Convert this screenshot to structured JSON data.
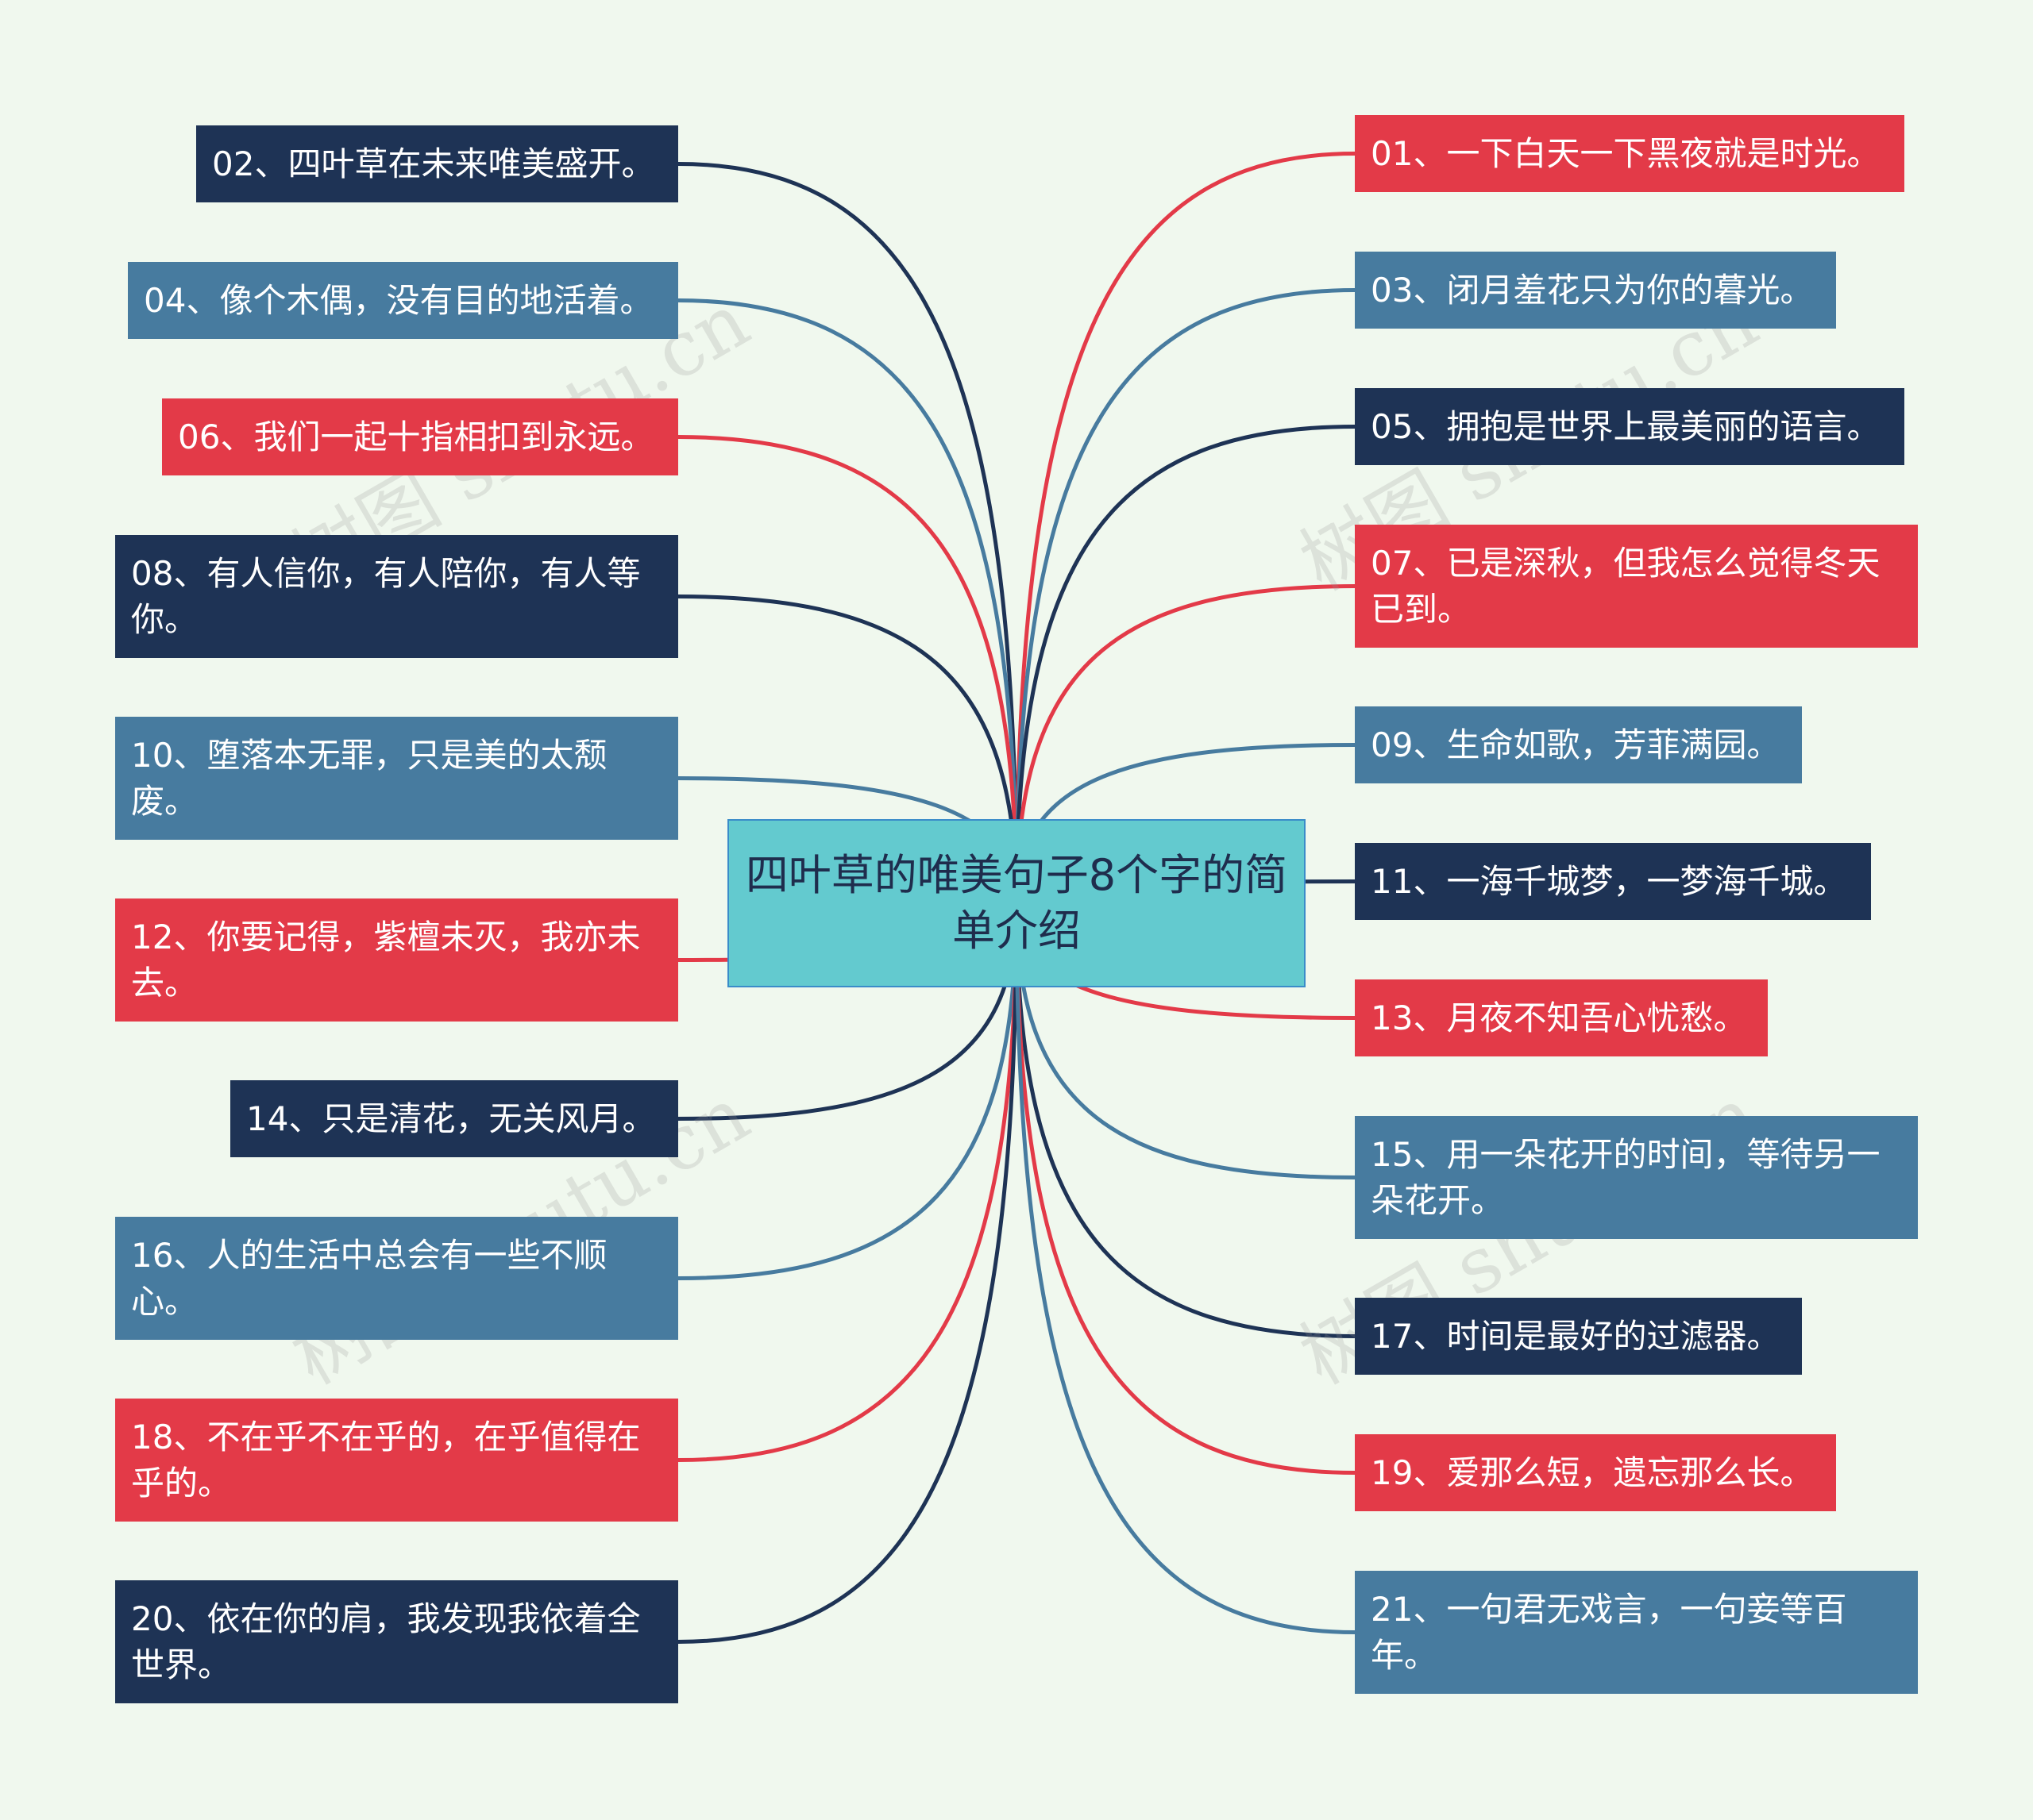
{
  "center": {
    "title": "四叶草的唯美句子8个字的简单介绍"
  },
  "colors": {
    "navy": "#1e3355",
    "steel": "#477b9f",
    "red": "#e33a48",
    "center": "#63cacf"
  },
  "watermark": "树图 shutu.cn",
  "left_nodes": [
    {
      "id": "02",
      "text": "02、四叶草在未来唯美盛开。",
      "color": "navy"
    },
    {
      "id": "04",
      "text": "04、像个木偶，没有目的地活着。",
      "color": "steel"
    },
    {
      "id": "06",
      "text": "06、我们一起十指相扣到永远。",
      "color": "red"
    },
    {
      "id": "08",
      "text": "08、有人信你，有人陪你，有人等你。",
      "color": "navy"
    },
    {
      "id": "10",
      "text": "10、堕落本无罪，只是美的太颓废。",
      "color": "steel"
    },
    {
      "id": "12",
      "text": "12、你要记得，紫檀未灭，我亦未去。",
      "color": "red"
    },
    {
      "id": "14",
      "text": "14、只是清花，无关风月。",
      "color": "navy"
    },
    {
      "id": "16",
      "text": "16、人的生活中总会有一些不顺心。",
      "color": "steel"
    },
    {
      "id": "18",
      "text": "18、不在乎不在乎的，在乎值得在乎的。",
      "color": "red"
    },
    {
      "id": "20",
      "text": "20、依在你的肩，我发现我依着全世界。",
      "color": "navy"
    }
  ],
  "right_nodes": [
    {
      "id": "01",
      "text": "01、一下白天一下黑夜就是时光。",
      "color": "red"
    },
    {
      "id": "03",
      "text": "03、闭月羞花只为你的暮光。",
      "color": "steel"
    },
    {
      "id": "05",
      "text": "05、拥抱是世界上最美丽的语言。",
      "color": "navy"
    },
    {
      "id": "07",
      "text": "07、已是深秋，但我怎么觉得冬天已到。",
      "color": "red"
    },
    {
      "id": "09",
      "text": "09、生命如歌，芳菲满园。",
      "color": "steel"
    },
    {
      "id": "11",
      "text": "11、一海千城梦，一梦海千城。",
      "color": "navy"
    },
    {
      "id": "13",
      "text": "13、月夜不知吾心忧愁。",
      "color": "red"
    },
    {
      "id": "15",
      "text": "15、用一朵花开的时间，等待另一朵花开。",
      "color": "steel"
    },
    {
      "id": "17",
      "text": "17、时间是最好的过滤器。",
      "color": "navy"
    },
    {
      "id": "19",
      "text": "19、爱那么短，遗忘那么长。",
      "color": "red"
    },
    {
      "id": "21",
      "text": "21、一句君无戏言，一句妾等百年。",
      "color": "steel"
    }
  ]
}
